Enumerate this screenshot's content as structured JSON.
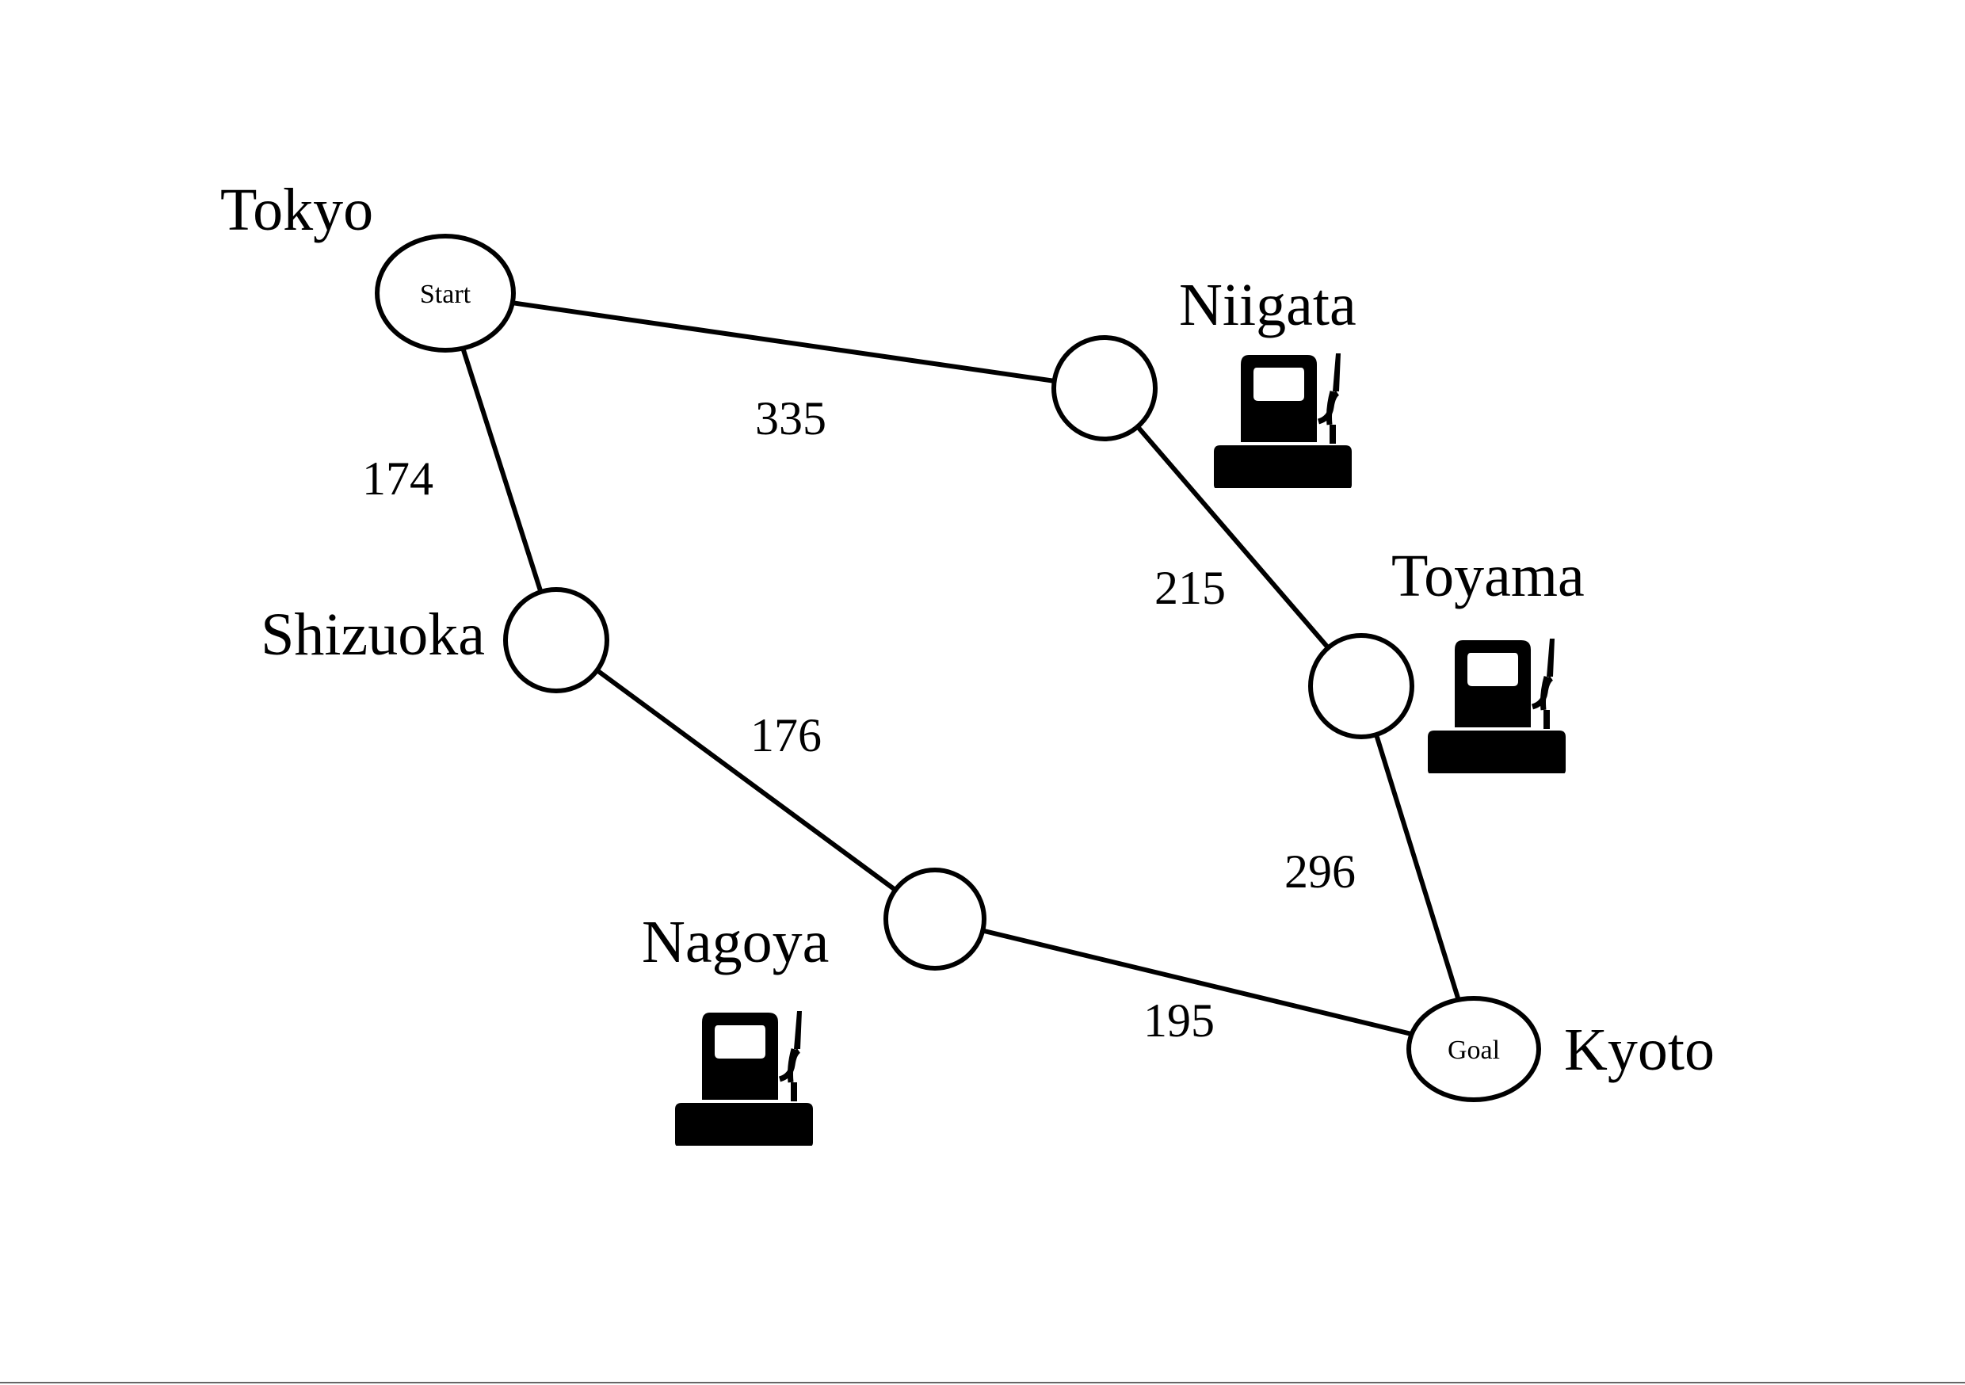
{
  "nodes": [
    {
      "id": "tokyo",
      "label": "Tokyo",
      "inner": "Start",
      "fuel": false
    },
    {
      "id": "niigata",
      "label": "Niigata",
      "inner": "",
      "fuel": true
    },
    {
      "id": "toyama",
      "label": "Toyama",
      "inner": "",
      "fuel": true
    },
    {
      "id": "shizuoka",
      "label": "Shizuoka",
      "inner": "",
      "fuel": false
    },
    {
      "id": "nagoya",
      "label": "Nagoya",
      "inner": "",
      "fuel": true
    },
    {
      "id": "kyoto",
      "label": "Kyoto",
      "inner": "Goal",
      "fuel": false
    }
  ],
  "edges": [
    {
      "from": "tokyo",
      "to": "niigata",
      "distance": "335"
    },
    {
      "from": "tokyo",
      "to": "shizuoka",
      "distance": "174"
    },
    {
      "from": "niigata",
      "to": "toyama",
      "distance": "215"
    },
    {
      "from": "shizuoka",
      "to": "nagoya",
      "distance": "176"
    },
    {
      "from": "toyama",
      "to": "kyoto",
      "distance": "296"
    },
    {
      "from": "nagoya",
      "to": "kyoto",
      "distance": "195"
    }
  ],
  "icons": {
    "fuel": "fuel-pump-icon"
  }
}
